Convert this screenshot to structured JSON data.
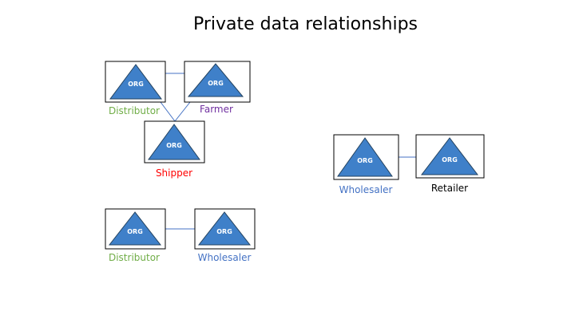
{
  "slide": {
    "title": "Private data relationships"
  },
  "org_text": "ORG",
  "colors": {
    "triangle_fill": "#3f80c9",
    "triangle_stroke": "#23425f",
    "box_stroke": "#000000",
    "connector": "#4472c4",
    "distributor": "#70ad47",
    "farmer": "#7030a0",
    "shipper": "#ff0000",
    "wholesaler": "#4472c4",
    "retailer": "#000000"
  },
  "nodes": {
    "distributor_top": {
      "label": "Distributor",
      "color_key": "distributor"
    },
    "farmer": {
      "label": "Farmer",
      "color_key": "farmer"
    },
    "shipper": {
      "label": "Shipper",
      "color_key": "shipper"
    },
    "wholesaler_right": {
      "label": "Wholesaler",
      "color_key": "wholesaler"
    },
    "retailer": {
      "label": "Retailer",
      "color_key": "retailer"
    },
    "distributor_bottom": {
      "label": "Distributor",
      "color_key": "distributor"
    },
    "wholesaler_bottom": {
      "label": "Wholesaler",
      "color_key": "wholesaler"
    }
  }
}
